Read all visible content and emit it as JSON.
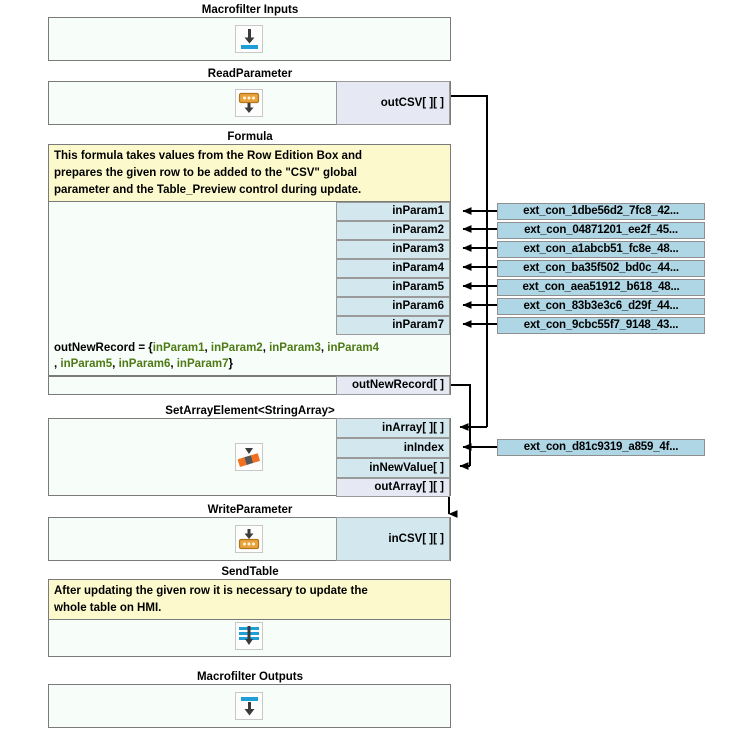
{
  "blocks": {
    "macrofilter_inputs": {
      "title": "Macrofilter Inputs",
      "icon": "arrow-down-into-bar-icon"
    },
    "read_parameter": {
      "title": "ReadParameter",
      "icon": "parameter-read-icon",
      "ports": [
        {
          "label": "outCSV[ ][ ]",
          "dir": "out"
        }
      ]
    },
    "formula": {
      "title": "Formula",
      "comment": [
        "This formula takes values from the Row Edition Box and",
        "prepares the given row to be added to the \"CSV\" global",
        "parameter and the Table_Preview control during update."
      ],
      "expression_line1_prefix": "outNewRecord = {",
      "expression_params_line1": [
        "inParam1",
        "inParam2",
        "inParam3",
        "inParam4"
      ],
      "expression_line2_lead": ", ",
      "expression_params_line2": [
        "inParam5",
        "inParam6",
        "inParam7"
      ],
      "expression_suffix": "}",
      "input_ports": [
        {
          "label": "inParam1",
          "dir": "in"
        },
        {
          "label": "inParam2",
          "dir": "in"
        },
        {
          "label": "inParam3",
          "dir": "in"
        },
        {
          "label": "inParam4",
          "dir": "in"
        },
        {
          "label": "inParam5",
          "dir": "in"
        },
        {
          "label": "inParam6",
          "dir": "in"
        },
        {
          "label": "inParam7",
          "dir": "in"
        }
      ],
      "output_ports": [
        {
          "label": "outNewRecord[ ]",
          "dir": "out"
        }
      ]
    },
    "set_array_element": {
      "title": "SetArrayElement<StringArray>",
      "icon": "array-element-icon",
      "ports": [
        {
          "label": "inArray[ ][ ]",
          "dir": "in"
        },
        {
          "label": "inIndex",
          "dir": "in"
        },
        {
          "label": "inNewValue[ ]",
          "dir": "in"
        },
        {
          "label": "outArray[ ][ ]",
          "dir": "out"
        }
      ]
    },
    "write_parameter": {
      "title": "WriteParameter",
      "icon": "parameter-write-icon",
      "ports": [
        {
          "label": "inCSV[ ][ ]",
          "dir": "in"
        }
      ]
    },
    "send_table": {
      "title": "SendTable",
      "icon": "send-table-icon",
      "comment": [
        "After updating the given row it is necessary to update the",
        "whole table on HMI."
      ]
    },
    "macrofilter_outputs": {
      "title": "Macrofilter Outputs",
      "icon": "bar-with-arrow-down-icon"
    }
  },
  "external_connectors": [
    {
      "label": "ext_con_1dbe56d2_7fc8_42..."
    },
    {
      "label": "ext_con_04871201_ee2f_45..."
    },
    {
      "label": "ext_con_a1abcb51_fc8e_48..."
    },
    {
      "label": "ext_con_ba35f502_bd0c_44..."
    },
    {
      "label": "ext_con_aea51912_b618_48..."
    },
    {
      "label": "ext_con_83b3e3c6_d29f_44..."
    },
    {
      "label": "ext_con_9cbc55f7_9148_43..."
    },
    {
      "label": "ext_con_d81c9319_a859_4f..."
    }
  ],
  "colors": {
    "input_port": "#d3e7ee",
    "output_port": "#e6e9f4",
    "connector_chip": "#aed6e4",
    "comment_bg": "#fcfacd",
    "block_bg": "#f7fdf8",
    "border": "#7a7a7a",
    "accent_blue": "#1f9fd8",
    "accent_orange": "#e8841f",
    "param_green": "#4e7a16"
  }
}
